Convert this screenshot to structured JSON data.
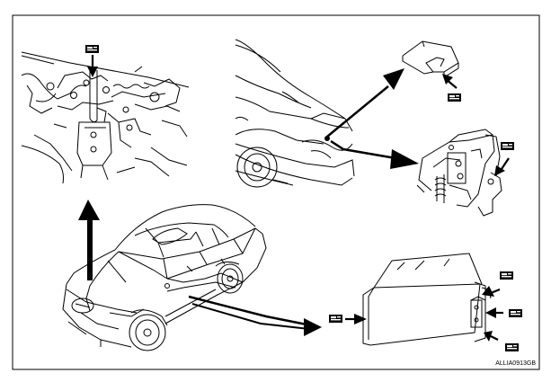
{
  "figure": {
    "reference_code": "ALLIA0913GB"
  },
  "callouts": [
    {
      "target": "hood-lock",
      "icon": "grease-gun-icon"
    },
    {
      "target": "trunk-lid-bumper",
      "icon": "grease-gun-icon"
    },
    {
      "target": "trunk-lid-lock",
      "icon": "grease-gun-icon"
    },
    {
      "target": "door-hinge",
      "icon": "grease-gun-icon"
    }
  ],
  "colors": {
    "line": "#000000",
    "background": "#ffffff"
  }
}
